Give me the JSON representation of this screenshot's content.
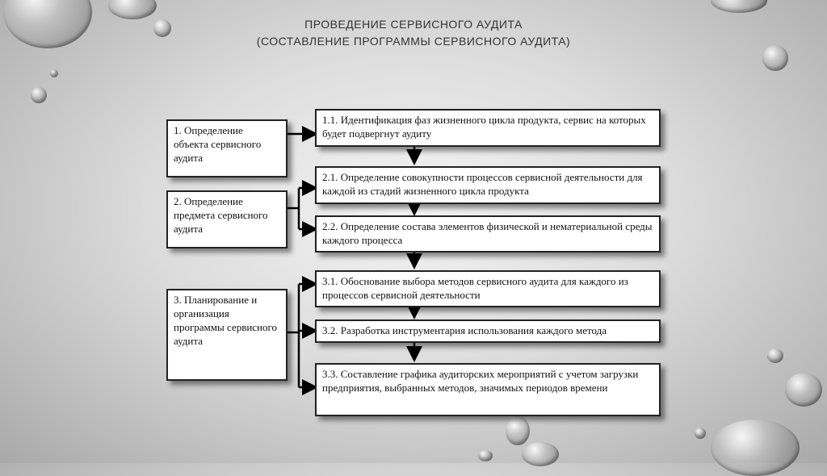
{
  "title": {
    "line1": "ПРОВЕДЕНИЕ СЕРВИСНОГО АУДИТА",
    "line2": "(СОСТАВЛЕНИЕ ПРОГРАММЫ СЕРВИСНОГО АУДИТА)"
  },
  "left_boxes": [
    {
      "text": "1. Определение объекта сервисного аудита"
    },
    {
      "text": "2. Определение предмета сервисного аудита"
    },
    {
      "text": "3. Планирование и организация программы сервисного аудита"
    }
  ],
  "right_boxes": [
    {
      "text": "1.1. Идентификация фаз жизненного цикла продукта, сервис на которых будет подвергнут аудиту"
    },
    {
      "text": "2.1. Определение совокупности процессов сервисной деятельности для каждой из стадий жизненного цикла продукта"
    },
    {
      "text": "2.2. Определение состава элементов физической и нематериальной среды каждого процесса"
    },
    {
      "text": "3.1. Обоснование выбора методов сервисного аудита для каждого из процессов сервисной деятельности"
    },
    {
      "text": "3.2. Разработка инструментария использования каждого метода"
    },
    {
      "text": "3.3. Составление графика аудиторских мероприятий с учетом загрузки предприятия, выбранных методов, значимых периодов времени"
    }
  ]
}
